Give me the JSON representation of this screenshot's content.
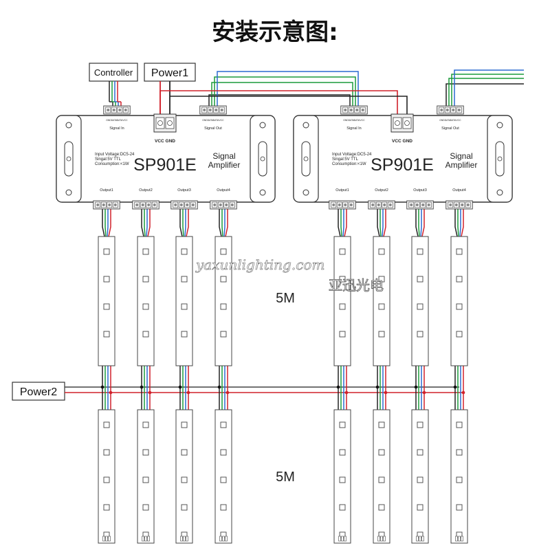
{
  "title": "安装示意图:",
  "controller_label": "Controller",
  "power1_label": "Power1",
  "power2_label": "Power2",
  "colors": {
    "red": "#d0202a",
    "green": "#1a9a3a",
    "blue": "#2a6ad0",
    "black": "#222222",
    "outline": "#555555",
    "strip_fill": "#ffffff"
  },
  "amplifiers": [
    {
      "model": "SP901E",
      "signal_line1": "Signal",
      "signal_line2": "Amplifier",
      "spec_voltage": "Input Voltage:DC5-24",
      "spec_signal": "Singal:5V TTL",
      "spec_consumption": "Consumption:<1W",
      "vcc_gnd": "VCC GND",
      "signal_in": "Signal In",
      "signal_out": "Signal Out",
      "outputs": [
        "Output1",
        "Output2",
        "Output3",
        "Output4"
      ],
      "pins": [
        "GND",
        "DATA",
        "DATA",
        "VCC"
      ]
    },
    {
      "model": "SP901E",
      "signal_line1": "Signal",
      "signal_line2": "Amplifier",
      "spec_voltage": "Input Voltage:DC5-24",
      "spec_signal": "Singal:5V TTL",
      "spec_consumption": "Consumption:<1W",
      "vcc_gnd": "VCC GND",
      "signal_in": "Signal In",
      "signal_out": "Signal Out",
      "outputs": [
        "Output1",
        "Output2",
        "Output3",
        "Output4"
      ],
      "pins": [
        "GND",
        "DATA",
        "DATA",
        "VCC"
      ]
    }
  ],
  "strip_length_top": "5M",
  "strip_length_bottom": "5M",
  "watermark_cn": "亚迅光电",
  "watermark_url": "yaxunlighting.com"
}
